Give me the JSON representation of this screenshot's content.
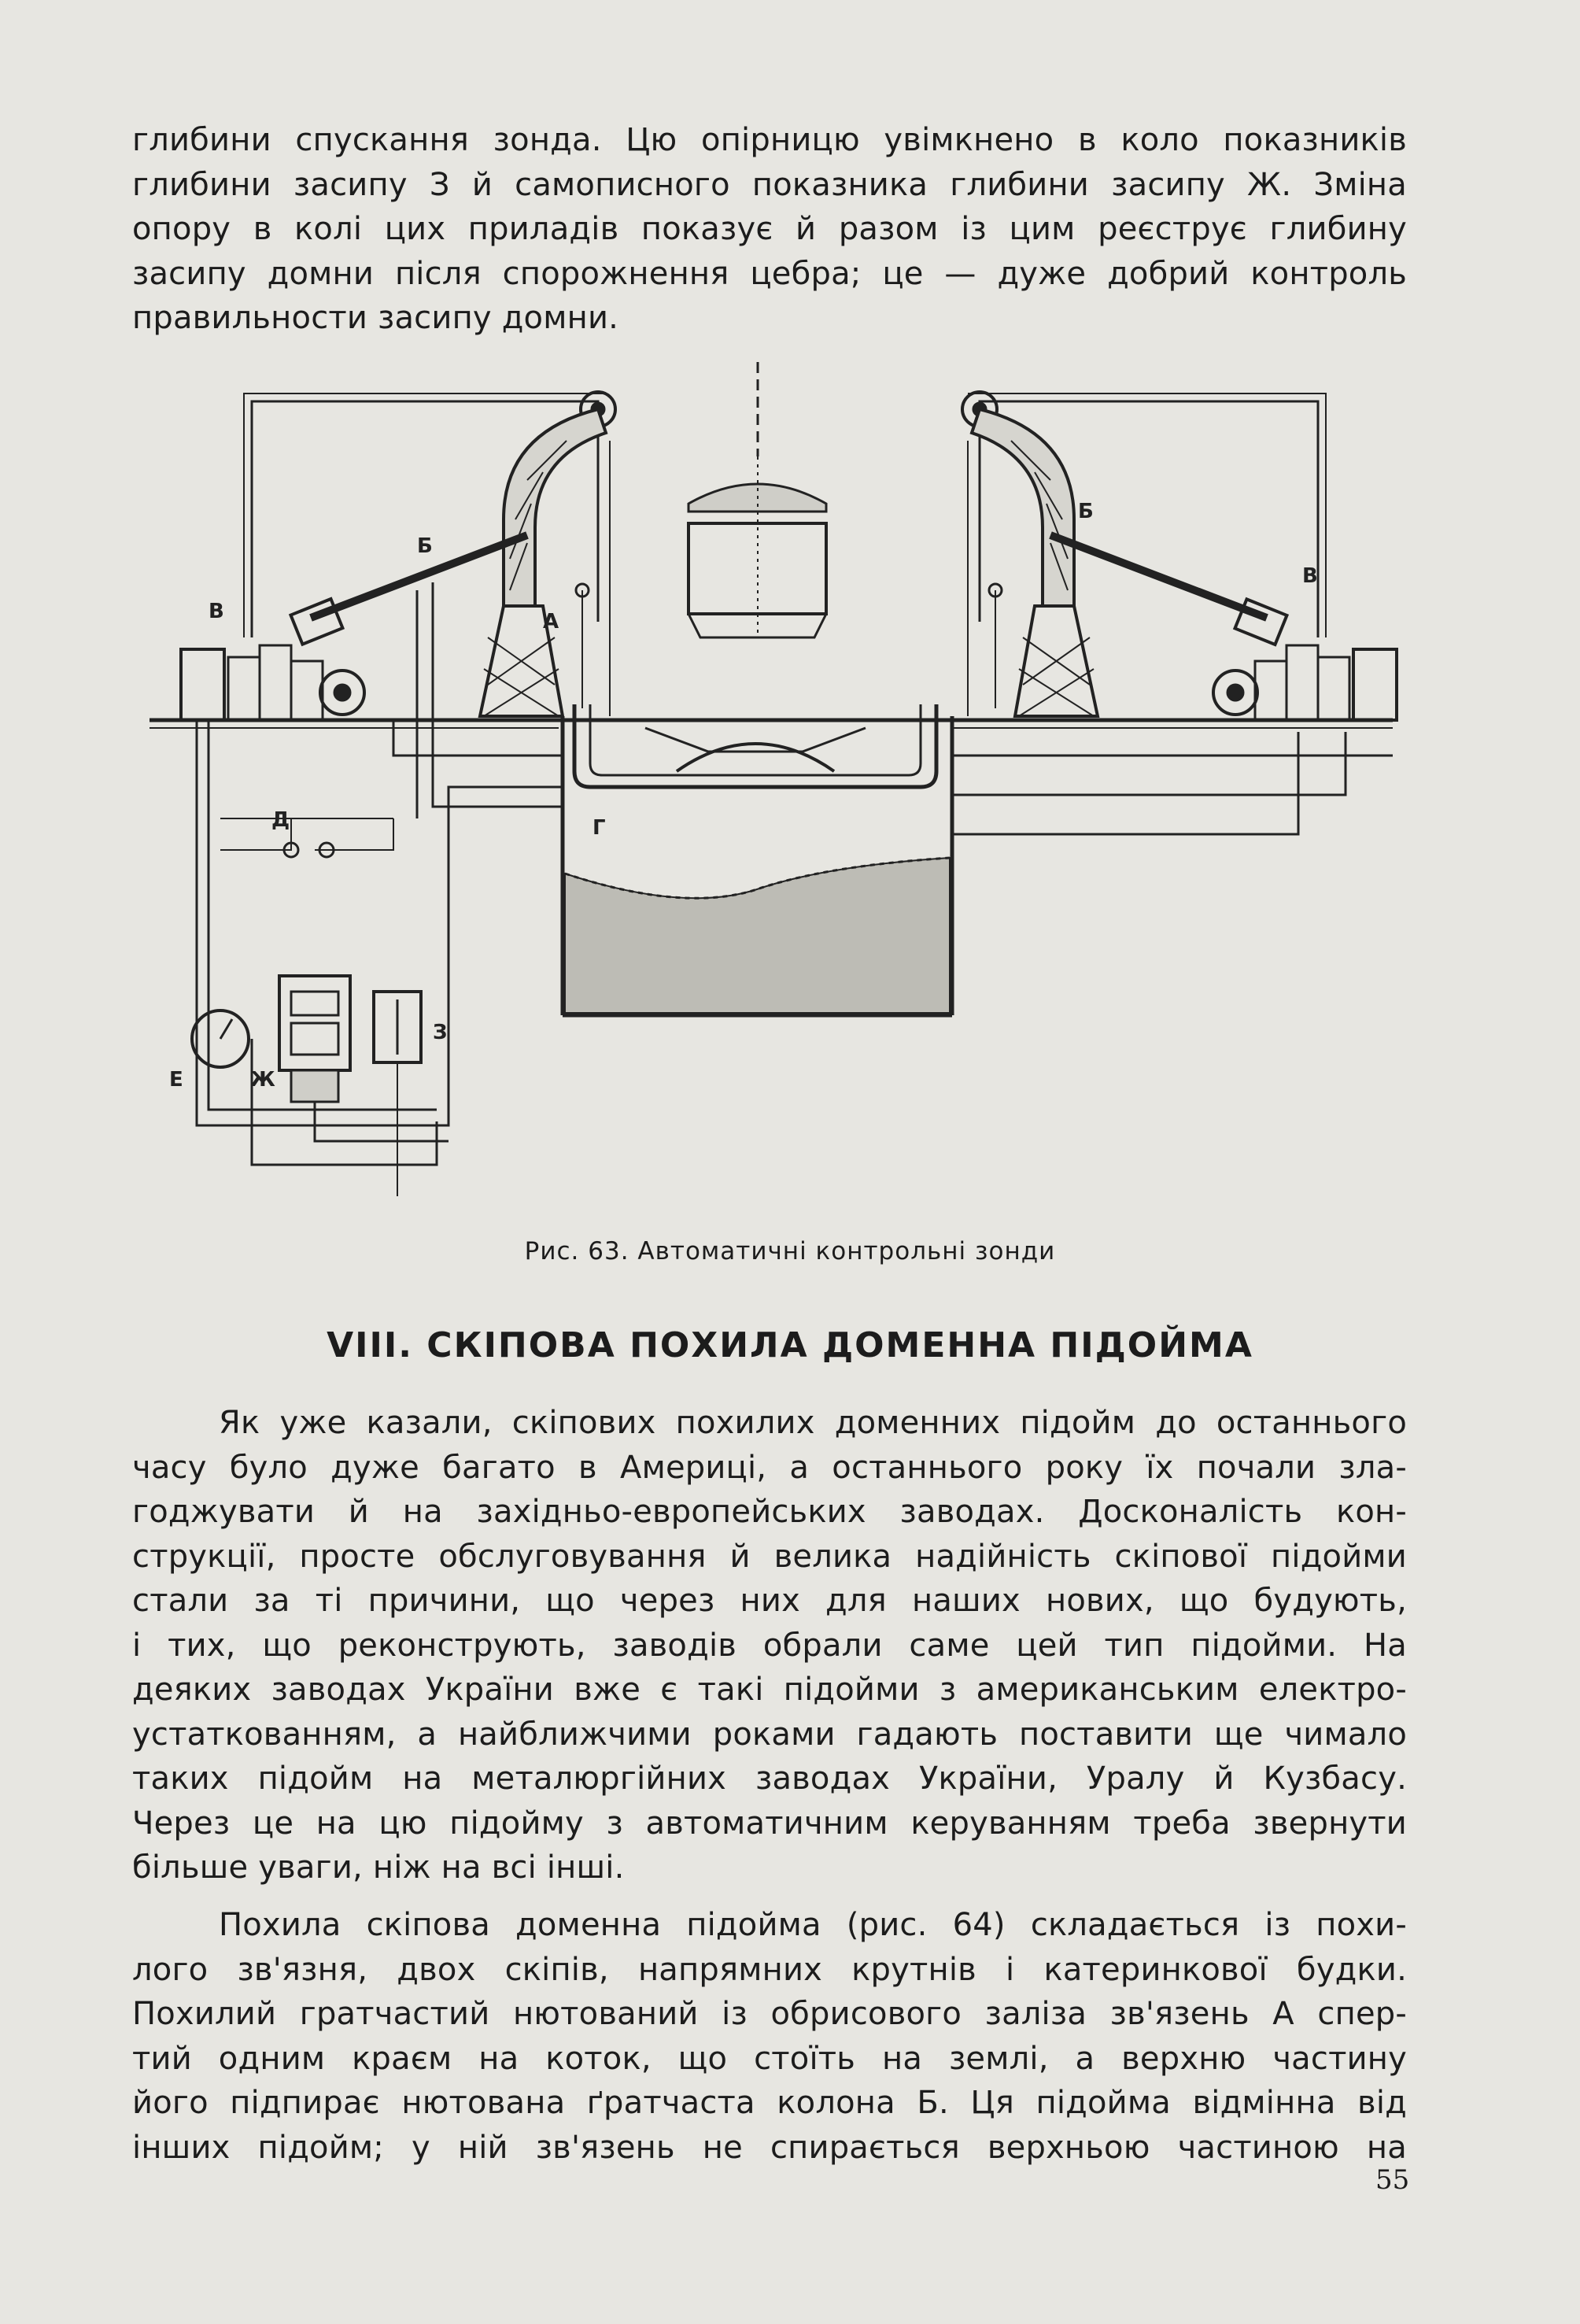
{
  "top_paragraph": {
    "lines": [
      "глибини спускання зонда. Цю опірницю увімкнено в коло показників",
      "глибини засипу З й самописного показника глибини засипу Ж. Зміна",
      "опору в колі цих приладів показує й разом із цим реєструє глибину",
      "засипу домни після спорожнення цебра; це — дуже добрий контроль",
      "правильности засипу домни."
    ]
  },
  "figure": {
    "labels": {
      "a": "А",
      "b_left": "Б",
      "b_right": "Б",
      "v_left": "В",
      "v_right": "В",
      "g": "Г",
      "d": "Д",
      "e": "Е",
      "zh": "Ж",
      "z": "З"
    },
    "caption": "Рис. 63. Автоматичні контрольні зонди"
  },
  "section_heading": "VIII. СКІПОВА ПОХИЛА ДОМЕННА ПІДОЙМА",
  "paragraph_a": {
    "lines": [
      "Як уже казали, скіпових похилих доменних підойм до останнього",
      "часу було дуже багато в Америці, а останнього року їх почали зла-",
      "годжувати й на західньо-европейських заводах. Досконалість кон-",
      "струкції, просте обслуговування й велика надійність скіпової підойми",
      "стали за ті причини, що через них для наших нових, що будують,",
      "і тих, що реконструють, заводів обрали саме цей тип підойми. На",
      "деяких заводах України вже є такі підойми з американським електро-",
      "устаткованням, а найближчими роками гадають поставити ще чимало",
      "таких підойм на металюргійних заводах України, Уралу й Кузбасу.",
      "Через це на цю підойму з автоматичним керуванням треба звернути",
      "більше уваги, ніж на всі інші."
    ]
  },
  "paragraph_b": {
    "lines": [
      "Похила скіпова доменна підойма (рис. 64) складається із похи-",
      "лого зв'язня, двох скіпів, напрямних крутнів і катеринкової будки.",
      "Похилий гратчастий нютований із обрисового заліза зв'язень А спер-",
      "тий одним краєм на коток, що стоїть на землі, а верхню частину",
      "його підпирає нютована ґратчаста колона Б. Ця підойма відмінна від",
      "інших підойм; у ній зв'язень не спирається верхньою частиною на"
    ]
  },
  "page_number": "55",
  "colors": {
    "paper": "#e7e6e1",
    "ink": "#1c1c1c"
  }
}
